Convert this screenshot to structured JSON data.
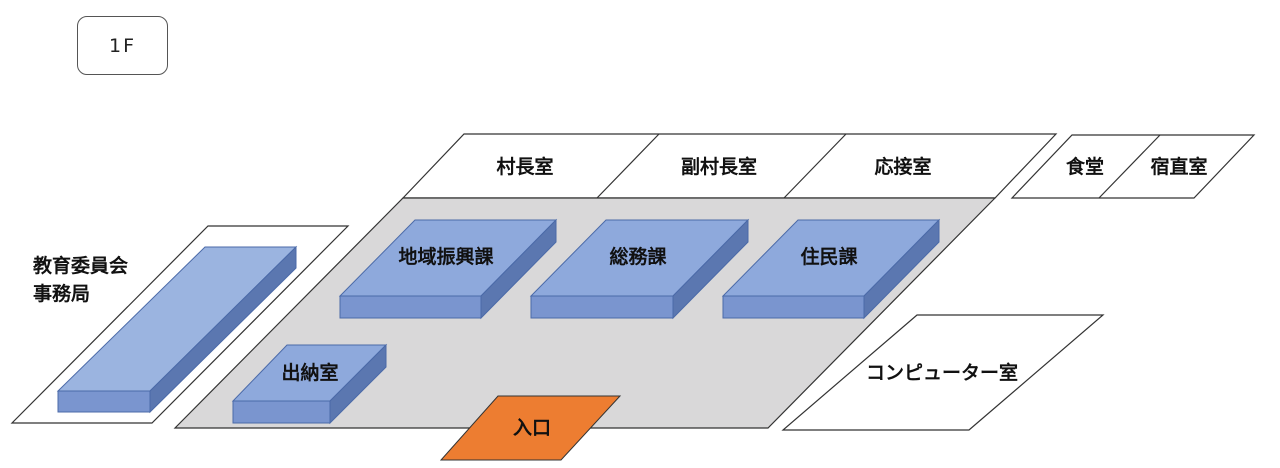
{
  "floor_label": "1F",
  "rooms": {
    "soncho": "村長室",
    "fukusoncho": "副村長室",
    "osetsu": "応接室",
    "shokudo": "食堂",
    "shukuchoku": "宿直室",
    "kyoiku_line1": "教育委員会",
    "kyoiku_line2": "事務局",
    "chiiki": "地域振興課",
    "somu": "総務課",
    "jumin": "住民課",
    "suito": "出納室",
    "computer": "コンピューター室",
    "entrance": "入口"
  },
  "colors": {
    "desk_top": "#8ea9dc",
    "desk_top_light": "#9bb4e0",
    "entrance": "#ed7d31"
  }
}
